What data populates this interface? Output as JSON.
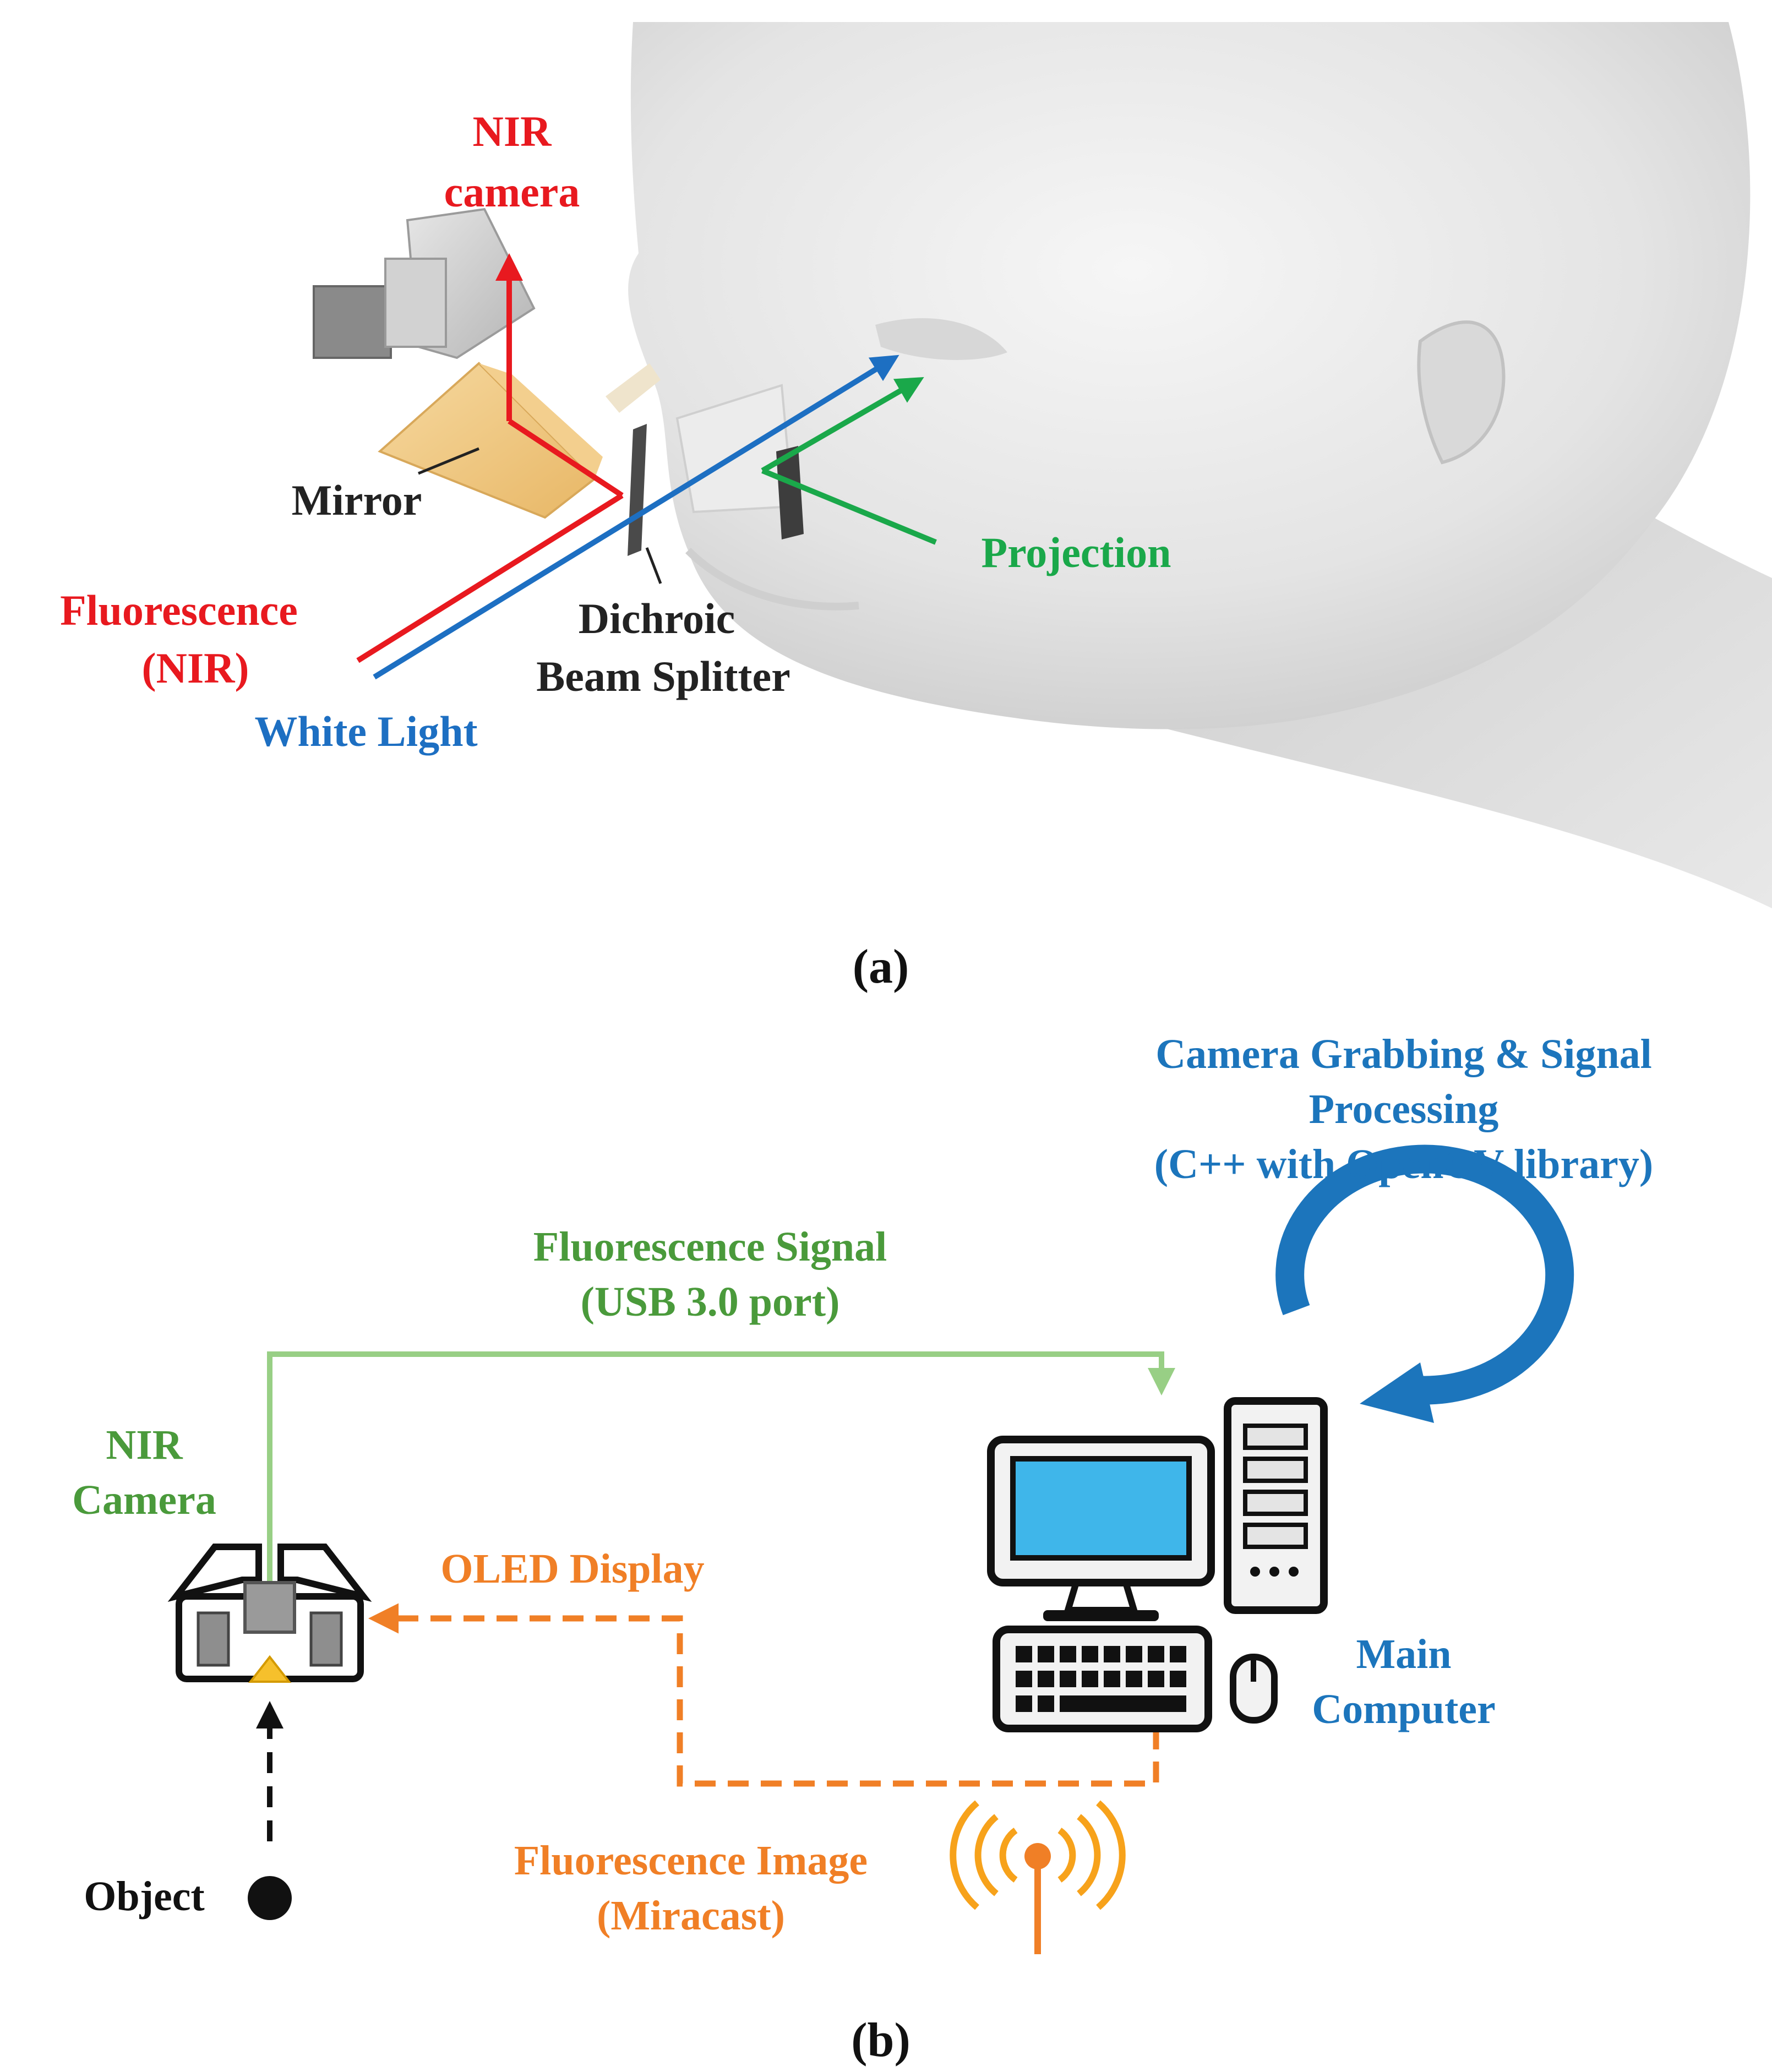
{
  "panel_a": {
    "caption": "(a)",
    "labels": {
      "nir_camera_1": "NIR",
      "nir_camera_2": "camera",
      "mirror": "Mirror",
      "fluorescence_1": "Fluorescence",
      "fluorescence_2": "(NIR)",
      "white_light": "White Light",
      "dichroic_1": "Dichroic",
      "dichroic_2": "Beam Splitter",
      "projection": "Projection"
    }
  },
  "panel_b": {
    "caption": "(b)",
    "labels": {
      "processing_1": "Camera Grabbing &amp;   Signal",
      "processing_2": "Processing",
      "processing_3": "(C++ with OpenCV library)",
      "signal_1": "Fluorescence Signal",
      "signal_2": "(USB 3.0 port)",
      "nir_camera_1": "NIR",
      "nir_camera_2": "Camera",
      "oled": "OLED Display",
      "main_computer_1": "Main",
      "main_computer_2": "Computer",
      "image_1": "Fluorescence Image",
      "image_2": "(Miracast)",
      "object": "Object"
    }
  },
  "colors": {
    "red": "#e8191f",
    "blue": "#1d6fc2",
    "green": "#1aa84a",
    "label_green": "#4a9a3b",
    "label_blue": "#1c75bc",
    "orange": "#f07f26",
    "light_green": "#98cf85",
    "monitor_screen": "#3fb6ea",
    "dark": "#222222"
  },
  "icons": [
    "face-render",
    "nir-camera-device",
    "mirror-prism",
    "beam-splitter",
    "projection-screen",
    "goggle-camera-icon",
    "desktop-computer-icon",
    "keyboard-icon",
    "mouse-icon",
    "cycle-arrow-icon",
    "wireless-signal-icon",
    "object-dot-icon"
  ]
}
